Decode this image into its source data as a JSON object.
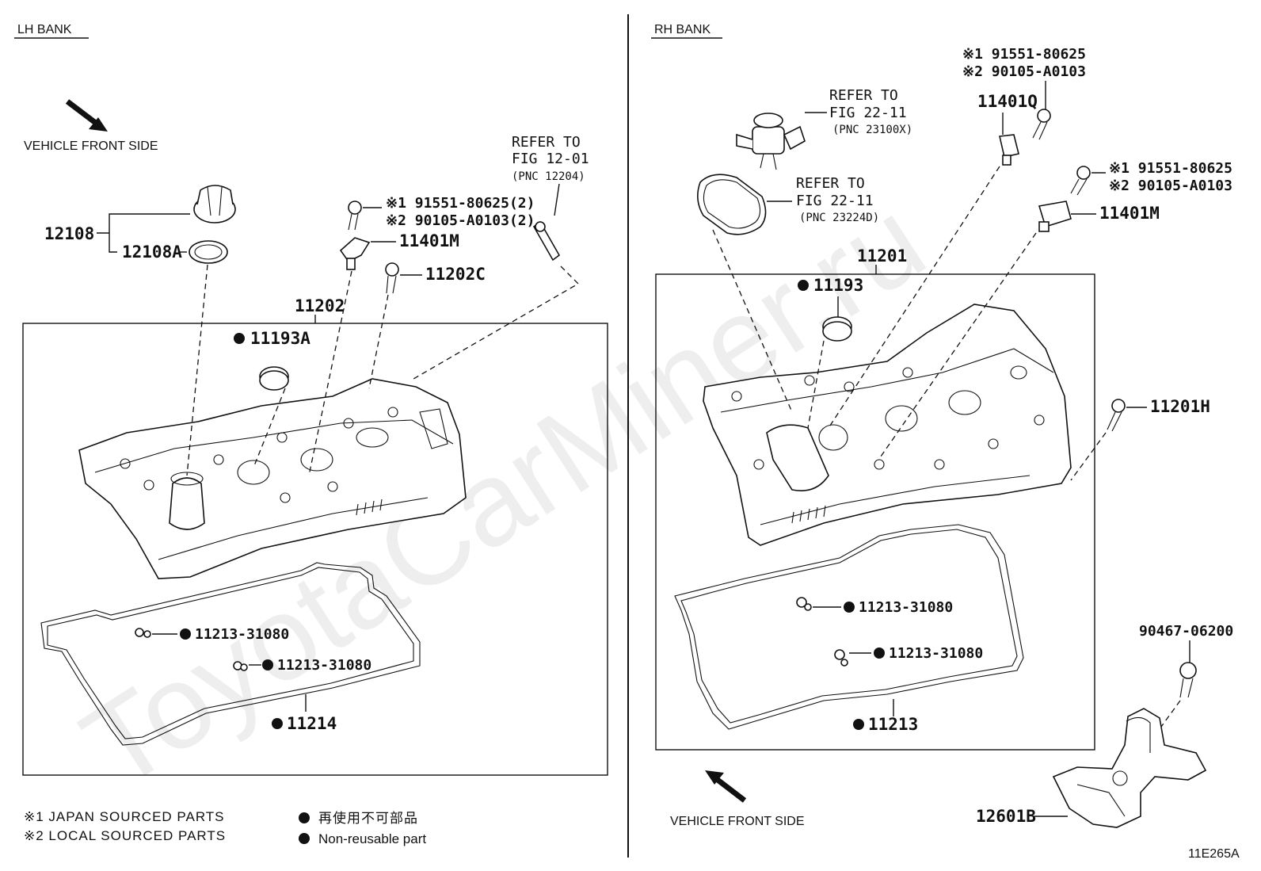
{
  "diagram_id": "11E265A",
  "watermark": "ToyotaCarMiner.ru",
  "lh_bank": {
    "header": "LH BANK",
    "front_note": "VEHICLE FRONT SIDE",
    "ref_pnc_12204": {
      "line1": "REFER TO",
      "line2": "FIG 12-01",
      "line3": "(PNC 12204)"
    },
    "callouts": {
      "p12108": "12108",
      "p12108a": "12108A",
      "p11401m": "11401M",
      "p11202c": "11202C",
      "p11202": "11202",
      "p11193a": "11193A",
      "p11213a": "11213-31080",
      "p11213b": "11213-31080",
      "p11214": "11214"
    },
    "bolt_note1": "※1 91551-80625(2)",
    "bolt_note2": "※2 90105-A0103(2)"
  },
  "rh_bank": {
    "header": "RH BANK",
    "front_note": "VEHICLE FRONT SIDE",
    "ref_pnc_23100x": {
      "line1": "REFER TO",
      "line2": "FIG 22-11",
      "line3": "(PNC 23100X)"
    },
    "ref_pnc_23224d": {
      "line1": "REFER TO",
      "line2": "FIG 22-11",
      "line3": "(PNC 23224D)"
    },
    "bolt_note_top1": "※1 91551-80625",
    "bolt_note_top2": "※2 90105-A0103",
    "bolt_note_mid1": "※1 91551-80625",
    "bolt_note_mid2": "※2 90105-A0103",
    "callouts": {
      "p11401q": "11401Q",
      "p11401m": "11401M",
      "p11201": "11201",
      "p11193": "11193",
      "p11201h": "11201H",
      "p11213a": "11213-31080",
      "p11213b": "11213-31080",
      "p11213": "11213",
      "p90467": "90467-06200",
      "p12601b": "12601B"
    }
  },
  "legend": {
    "note1": "※1 JAPAN SOURCED PARTS",
    "note2": "※2 LOCAL SOURCED PARTS",
    "dot_jp": "再使用不可部品",
    "dot_en": "Non-reusable part"
  }
}
